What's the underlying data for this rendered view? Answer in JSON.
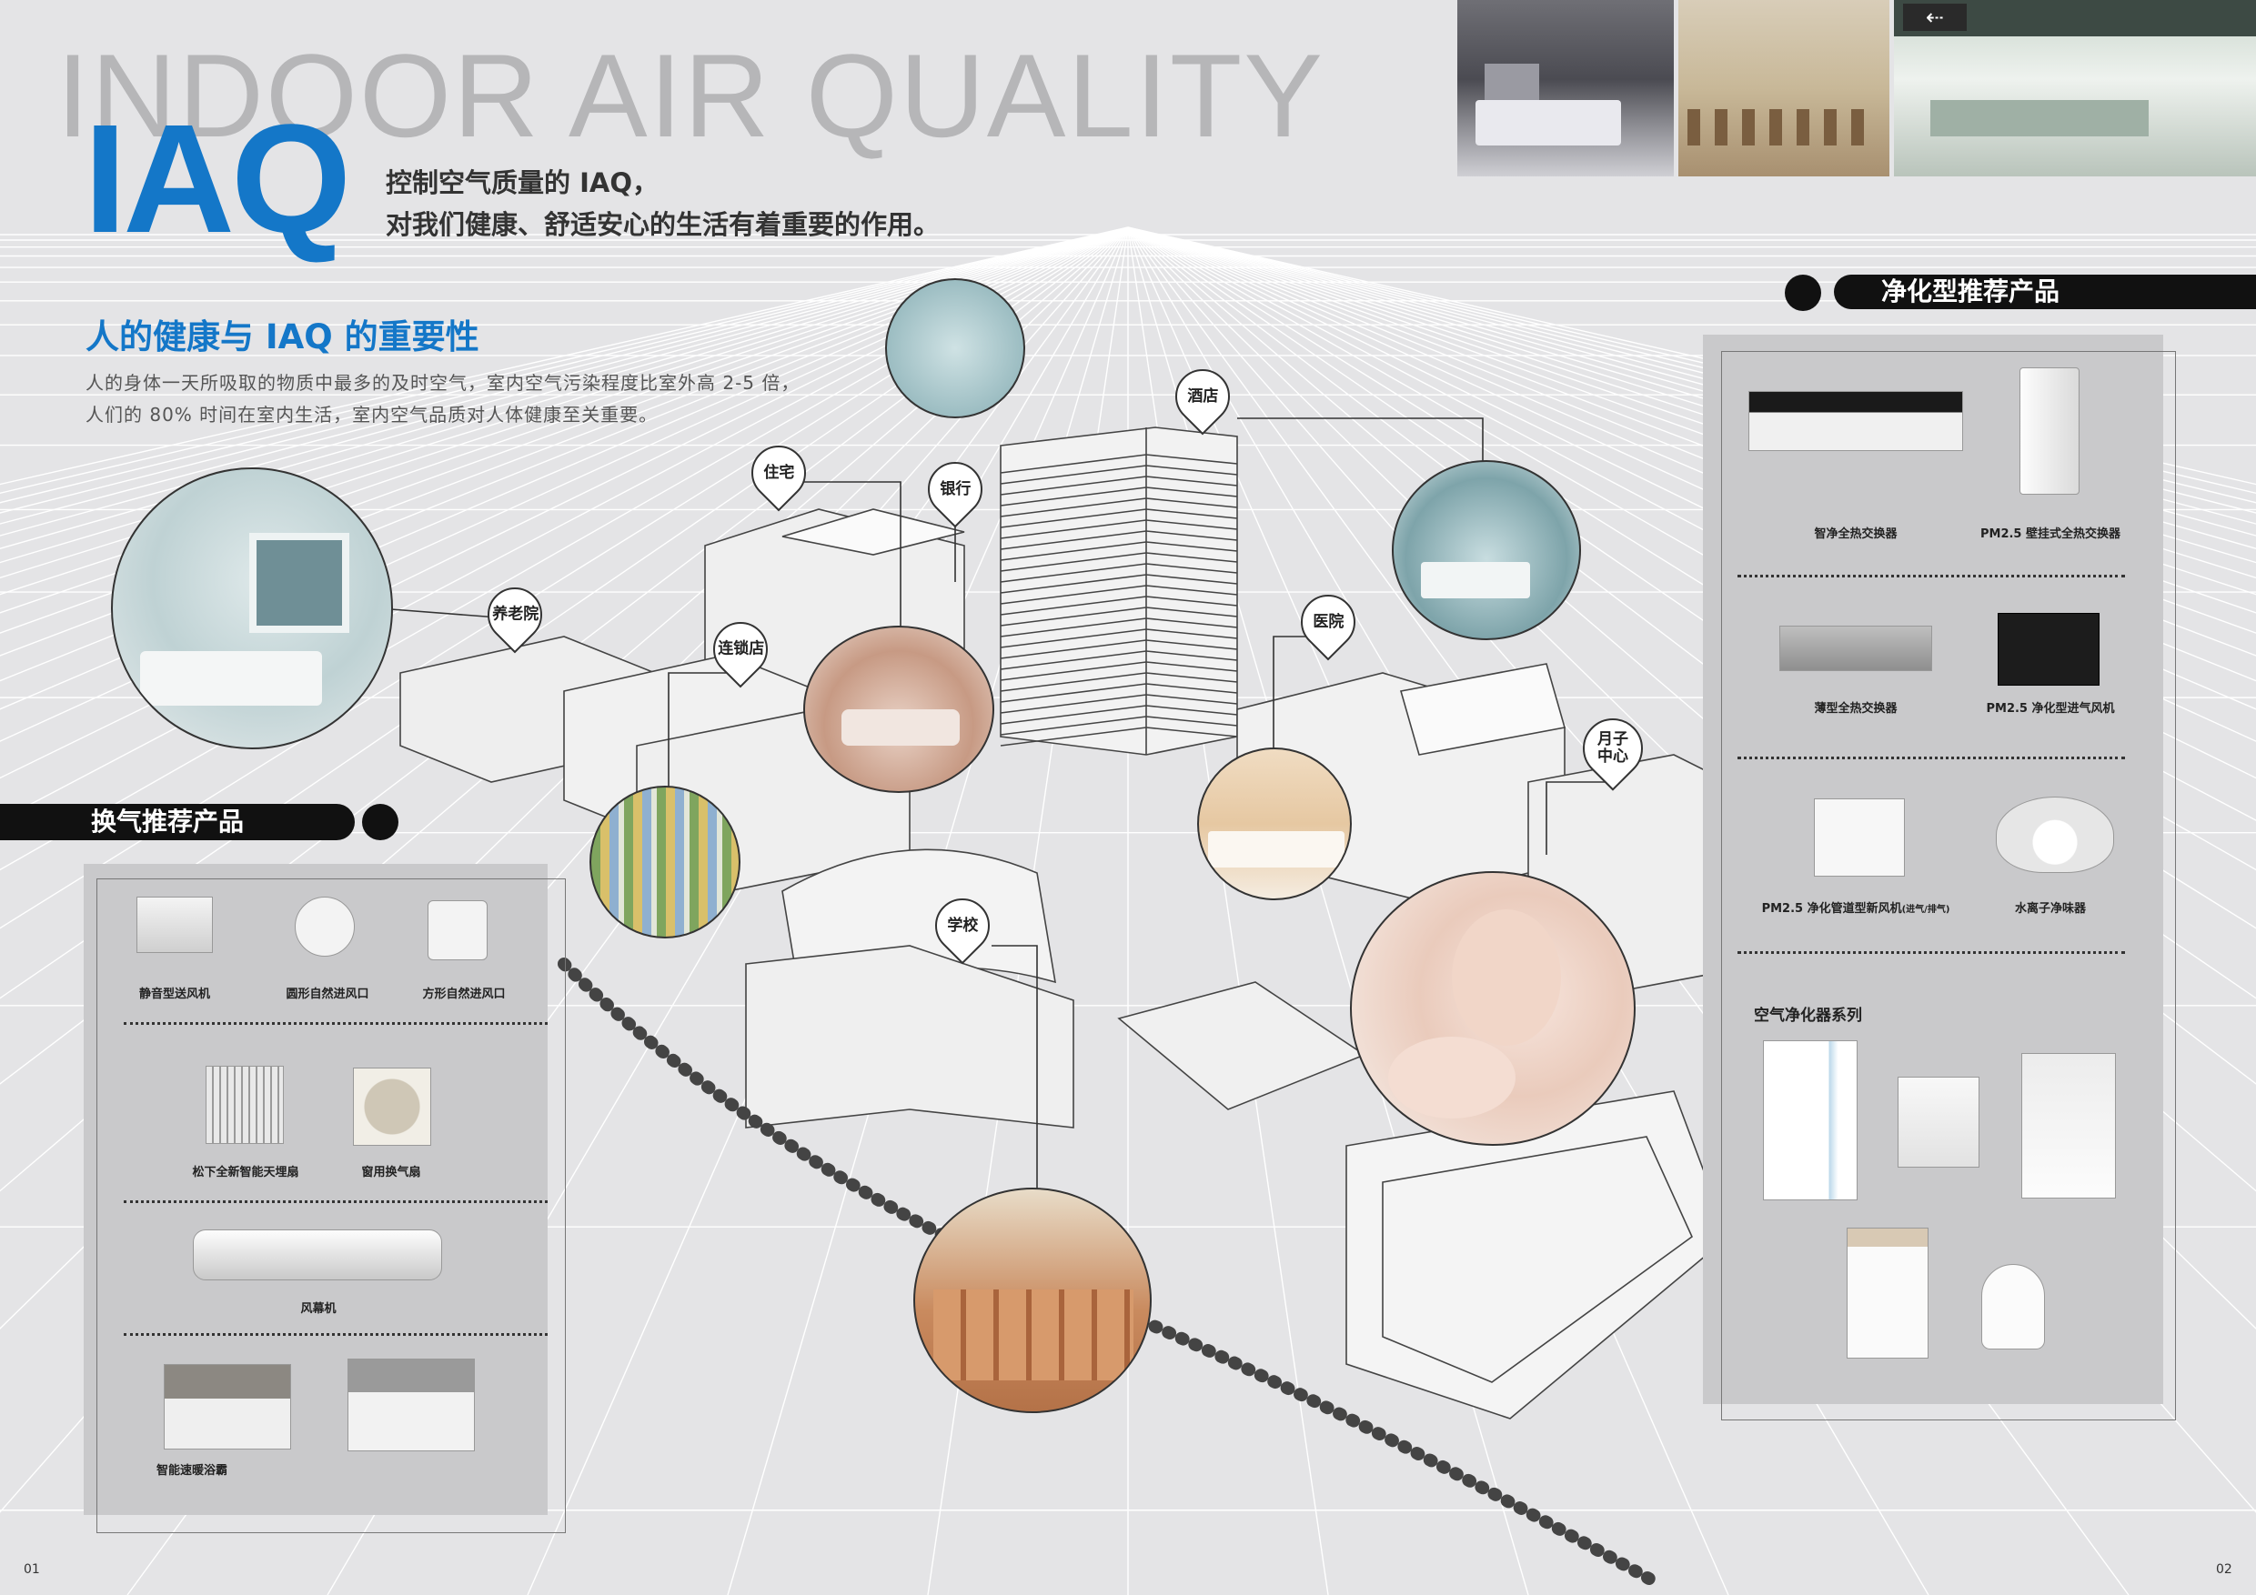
{
  "header": {
    "background_title": "INDOOR AIR QUALITY",
    "main_title": "IAQ",
    "subtitle_lines": [
      "控制空气质量的 IAQ，",
      "对我们健康、舒适安心的生活有着重要的作用。"
    ]
  },
  "intro": {
    "heading": "人的健康与 IAQ 的重要性",
    "lines": [
      "人的身体一天所吸取的物质中最多的及时空气，室内空气污染程度比室外高 2-5 倍，",
      "人们的 80% 时间在室内生活，室内空气品质对人体健康至关重要。"
    ]
  },
  "map": {
    "pins": {
      "nursing_home": "养老院",
      "residence": "住宅",
      "bank": "银行",
      "hotel": "酒店",
      "chain_store": "连锁店",
      "hospital": "医院",
      "maternity_center": "月子\n中心",
      "school": "学校"
    }
  },
  "ventilation": {
    "heading": "换气推荐产品",
    "items": {
      "silent_fan": "静音型送风机",
      "round_vent": "圆形自然进风口",
      "square_vent": "方形自然进风口",
      "ceiling_fan": "松下全新智能天埋扇",
      "window_fan": "窗用换气扇",
      "air_curtain": "风幕机",
      "bath_heater": "智能速暖浴霸"
    }
  },
  "purification": {
    "heading": "净化型推荐产品",
    "items": {
      "smart_erv": "智净全热交换器",
      "pm25_wall_erv": "PM2.5 壁挂式全热交换器",
      "slim_erv": "薄型全热交换器",
      "pm25_supply_fan": "PM2.5 净化型进气风机",
      "pm25_duct_fresh_air": "PM2.5 净化管道型新风机",
      "pm25_duct_note": "(进气/排气)",
      "ion_purifier": "水离子净味器"
    },
    "series_heading": "空气净化器系列"
  },
  "footer": {
    "page_left": "01",
    "page_right": "02"
  },
  "colors": {
    "accent_blue": "#1477c8",
    "background": "#e4e4e6",
    "panel_gray": "#c9c9cb",
    "bar_black": "#111111"
  }
}
